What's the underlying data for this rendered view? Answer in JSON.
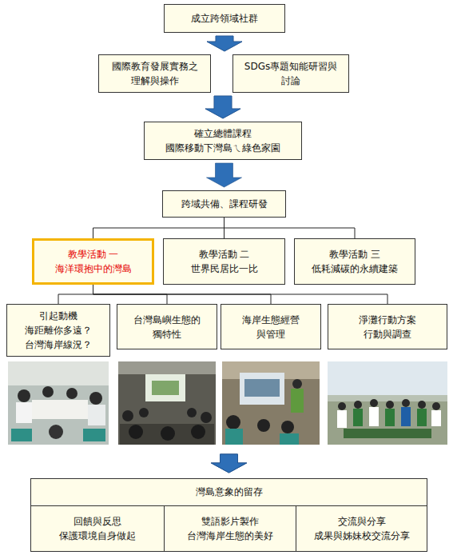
{
  "diagram": {
    "nodes": [
      {
        "text": [
          "成立跨領域社群"
        ]
      },
      {
        "text": [
          "國際教育發展實務之 理解與操作"
        ]
      },
      {
        "text": [
          "SDGs專題知能研習與 討論"
        ]
      },
      {
        "text": [
          "確立總體課程",
          "國際移動下灣島ㄟ綠色家園"
        ]
      },
      {
        "text": [
          "跨域共備、課程研發"
        ]
      },
      {
        "text": [
          "教學活動 一",
          "海洋環抱中的灣島"
        ]
      },
      {
        "text": [
          "教學活動 二",
          "世界民居比一比"
        ]
      },
      {
        "text": [
          "教學活動 三",
          "低耗減碳的永續建築"
        ]
      },
      {
        "text": [
          "引起動機",
          "海距離你多遠？ 台灣海岸線況？"
        ]
      },
      {
        "text": [
          "台灣島嶼生態的 獨特性"
        ]
      },
      {
        "text": [
          "海岸生態經營 與管理"
        ]
      },
      {
        "text": [
          "淨灘行動方案",
          "行動與調查"
        ]
      },
      {
        "text": [
          "灣島意象的留存"
        ]
      },
      {
        "text": [
          "回饋與反思",
          "保護環境自身做起"
        ],
        "in": 12
      },
      {
        "text": [
          "雙語影片製作",
          "台灣海岸生態的美好"
        ],
        "in": 12
      },
      {
        "text": [
          "交流與分享",
          "成果與姊妹校交流分享"
        ],
        "in": 12
      }
    ],
    "edges": [
      {
        "from": 0,
        "to": 1,
        "arrow": "to"
      },
      {
        "from": 0,
        "to": 2,
        "arrow": "to"
      },
      {
        "from": 1,
        "to": 3,
        "arrow": "to"
      },
      {
        "from": 2,
        "to": 3,
        "arrow": "to"
      },
      {
        "from": 3,
        "to": 4,
        "arrow": "to"
      },
      {
        "from": 4,
        "to": 5,
        "arrow": "none"
      },
      {
        "from": 4,
        "to": 6,
        "arrow": "none"
      },
      {
        "from": 4,
        "to": 7,
        "arrow": "none"
      },
      {
        "from": 5,
        "to": 8,
        "arrow": "none"
      },
      {
        "from": 5,
        "to": 9,
        "arrow": "none"
      },
      {
        "from": 5,
        "to": 10,
        "arrow": "none"
      },
      {
        "from": 5,
        "to": 11,
        "arrow": "none"
      },
      {
        "from": 8,
        "to": 12,
        "arrow": "to"
      },
      {
        "from": 9,
        "to": 12,
        "arrow": "to"
      },
      {
        "from": 10,
        "to": 12,
        "arrow": "to"
      },
      {
        "from": 11,
        "to": 12,
        "arrow": "to"
      }
    ]
  }
}
